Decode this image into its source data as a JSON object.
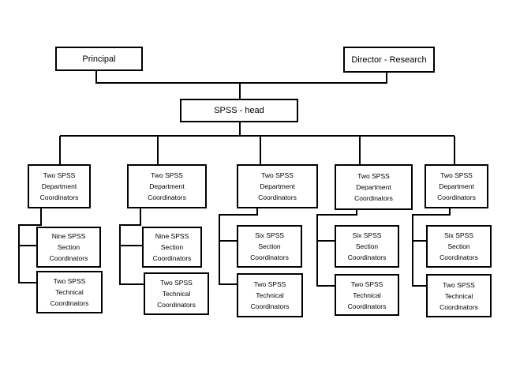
{
  "top": {
    "principal": "Principal",
    "director": "Director - Research"
  },
  "head": "SPSS - head",
  "branches": [
    {
      "department": "Two SPSS\nDepartment\nCoordinators",
      "section": "Nine SPSS\nSection\nCoordinators",
      "technical": "Two SPSS\nTechnical\nCoordinators"
    },
    {
      "department": "Two SPSS\nDepartment\nCoordinators",
      "section": "Nine SPSS\nSection\nCoordinators",
      "technical": "Two SPSS\nTechnical\nCoordinators"
    },
    {
      "department": "Two SPSS\nDepartment\nCoordinators",
      "section": "Six  SPSS\nSection\nCoordinators",
      "technical": "Two SPSS\nTechnical\nCoordinators"
    },
    {
      "department": "Two SPSS\nDepartment\nCoordinators",
      "section": "Six  SPSS\nSection\nCoordinators",
      "technical": "Two SPSS\nTechnical\nCoordinators"
    },
    {
      "department": "Two SPSS\nDepartment\nCoordinators",
      "section": "Six  SPSS\nSection\nCoordinators",
      "technical": "Two SPSS\nTechnical\nCoordinators"
    }
  ]
}
